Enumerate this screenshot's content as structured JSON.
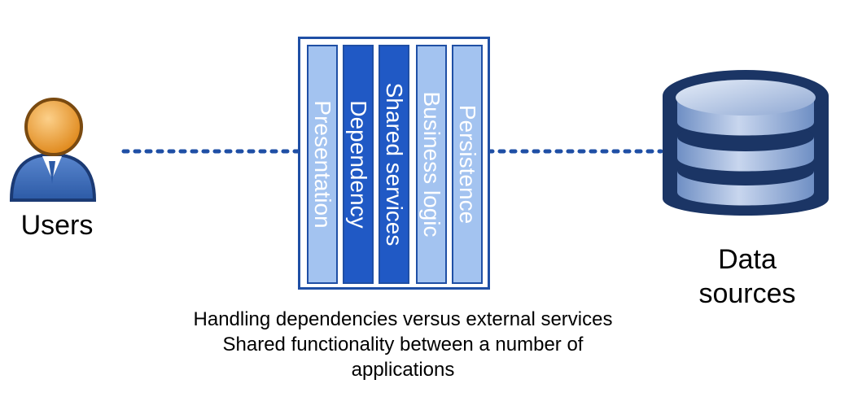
{
  "users": {
    "label": "Users"
  },
  "data_sources": {
    "line1": "Data",
    "line2": "sources"
  },
  "layers": [
    {
      "label": "Presentation",
      "color": "#a3c3f0"
    },
    {
      "label": "Dependency",
      "color": "#2059c5"
    },
    {
      "label": "Shared services",
      "color": "#2059c5"
    },
    {
      "label": "Business logic",
      "color": "#a3c3f0"
    },
    {
      "label": "Persistence",
      "color": "#a3c3f0"
    }
  ],
  "caption": {
    "line1": "Handling dependencies versus external services",
    "line2": "Shared functionality between a number of",
    "line3": "applications"
  },
  "colors": {
    "accent": "#1f4fa5",
    "database": "#1b3565",
    "user_head": "#e8962e"
  }
}
